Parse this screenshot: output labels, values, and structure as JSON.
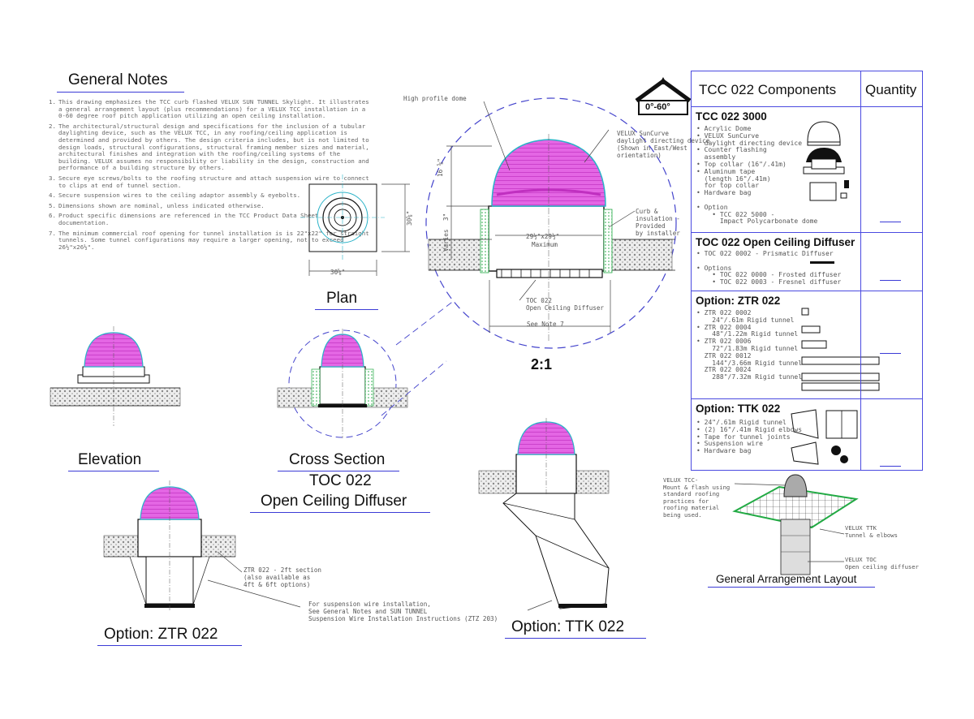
{
  "general_notes": {
    "title": "General Notes",
    "items": [
      {
        "num": "1.",
        "text": "This drawing emphasizes the TCC curb flashed VELUX SUN TUNNEL Skylight. It illustrates a general arrangement layout (plus recommendations) for a VELUX TCC installation in a 0-60 degree roof pitch application utilizing an open ceiling installation."
      },
      {
        "num": "2.",
        "text": "The architectural/structural design and specifications for the inclusion of a tubular daylighting device, such as the VELUX TCC, in any roofing/ceiling application is determined and provided by others. The design criteria includes, but is not limited to design loads, structural configurations, structural framing member sizes and material, architectural finishes and integration with the roofing/ceiling systems of the building. VELUX assumes no responsibility or liability in the design, construction and performance of a building structure by others."
      },
      {
        "num": "3.",
        "text": "Secure eye screws/bolts to the roofing structure and attach suspension wire to connect to clips at end of tunnel section."
      },
      {
        "num": "4.",
        "text": "Secure suspension wires to the ceiling adaptor assembly & eyebolts."
      },
      {
        "num": "5.",
        "text": "Dimensions shown are nominal, unless indicated otherwise."
      },
      {
        "num": "6.",
        "text": "Product specific dimensions are referenced in the TCC Product Data Sheet documentation."
      },
      {
        "num": "7.",
        "text": "The minimum commercial roof opening for tunnel installation is is 22\"x22\" for straight tunnels. Some tunnel configurations may require a larger opening, not to exceed 26½\"x26½\"."
      }
    ]
  },
  "labels": {
    "plan": "Plan",
    "elevation": "Elevation",
    "cross_section_1": "Cross Section",
    "cross_section_2": "TOC 022",
    "cross_section_3": "Open Ceiling Diffuser",
    "scale": "2:1",
    "option_ztr": "Option: ZTR 022",
    "option_ttk": "Option: TTK 022",
    "general_arrangement": "General Arrangement Layout",
    "pitch": "0°-60°"
  },
  "dimensions": {
    "plan_width": "30⅝\"",
    "plan_height": "30⅝\"",
    "dome_height": "16 ⅝\"",
    "curb_height": "3\"",
    "varies": "Varies",
    "opening": "29½\"x29½\"",
    "opening_note": "Maximum",
    "see_note": "See Note 7"
  },
  "annotations": {
    "high_profile_dome": "High profile dome",
    "suncurve": "VELUX SunCurve\ndaylight directing device\n(Shown in East/West\norientation)",
    "curb": "Curb &\ninsulation -\nProvided\nby installer",
    "toc": "TOC 022\nOpen Ceiling Diffuser",
    "ztr_section": "ZTR 022 - 2ft section\n(also available as\n4ft & 6ft options)",
    "suspension": "For suspension wire installation,\nSee General Notes and SUN TUNNEL\nSuspension Wire Installation Instructions (ZTZ 203)",
    "ga_tcc": "VELUX TCC-\nMount & flash using\nstandard roofing\npractices for\nroofing material\nbeing used.",
    "ga_ttk": "VELUX TTK\nTunnel & elbows",
    "ga_toc": "VELUX TOC\nOpen ceiling diffuser"
  },
  "table": {
    "header_components": "TCC 022 Components",
    "header_quantity": "Quantity",
    "sections": [
      {
        "title": "TCC 022 3000",
        "items": "• Acrylic Dome\n• VELUX SunCurve\n  daylight directing device\n• Counter flashing\n  assembly\n• Top collar (16\"/.41m)\n• Aluminum tape\n  (length 16\"/.41m)\n  for top collar\n• Hardware bag\n\n• Option\n    • TCC 022 5000 -\n      Impact Polycarbonate dome"
      },
      {
        "title": "TOC 022 Open Ceiling Diffuser",
        "items": "• TOC 022 0002 - Prismatic Diffuser\n\n• Options\n    • TOC 022 0000 - Frosted diffuser\n    • TOC 022 0003 - Fresnel diffuser"
      },
      {
        "title": "Option: ZTR 022",
        "items": "• ZTR 022 0002\n    24\"/.61m Rigid tunnel\n• ZTR 022 0004\n    48\"/1.22m Rigid tunnel\n• ZTR 022 0006\n    72\"/1.83m Rigid tunnel\n  ZTR 022 0012\n    144\"/3.66m Rigid tunnel\n  ZTR 022 0024\n    288\"/7.32m Rigid tunnel"
      },
      {
        "title": "Option: TTK 022",
        "items": "• 24\"/.61m Rigid tunnel\n• (2) 16\"/.41m Rigid elbows\n• Tape for tunnel joints\n• Suspension wire\n• Hardware bag"
      }
    ]
  },
  "colors": {
    "accent_line": "#3b3bd6",
    "dome": "#e060e0",
    "flashing": "#22aa44",
    "circle": "#4444cc"
  }
}
